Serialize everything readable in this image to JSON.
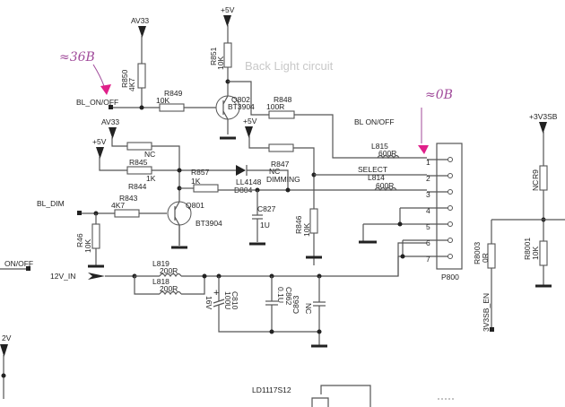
{
  "title": "Back Light circuit",
  "annotations": {
    "left_note": "≈36B",
    "right_note": "≈0B"
  },
  "nets": {
    "av33_top": "AV33",
    "av33_mid": "AV33",
    "v5_top": "+5V",
    "v5_mid": "+5V",
    "v5_left": "+5V",
    "v3v3sb": "+3V3SB",
    "v12": "2V",
    "bl_onoff_in": "BL_ON/OFF",
    "bl_onoff_out": "BL ON/OFF",
    "bl_dim": "BL_DIM",
    "select": "SELECT",
    "dimming": "DIMMING",
    "v12_in": "12V_IN",
    "on_off": "ON/OFF",
    "en3v3sb": "3V3SB_EN"
  },
  "components": {
    "R850": {
      "ref": "R850",
      "value": "4K7"
    },
    "R849": {
      "ref": "R849",
      "value": "10K"
    },
    "R851": {
      "ref": "R851",
      "value": "10K"
    },
    "Q802": {
      "ref": "Q802",
      "value": "BT3904"
    },
    "R848": {
      "ref": "R848",
      "value": "100R"
    },
    "Rnc": {
      "value": "NC"
    },
    "R845": {
      "ref": "R845",
      "value": "1K"
    },
    "R844": {
      "ref": "R844"
    },
    "R857": {
      "ref": "R857",
      "value": "1K"
    },
    "D804": {
      "ref": "D804",
      "value": "LL4148"
    },
    "R847": {
      "ref": "R847",
      "value": "NC"
    },
    "R843": {
      "ref": "R843",
      "value": "4K7"
    },
    "Q801": {
      "ref": "Q801",
      "value": "BT3904"
    },
    "C827": {
      "ref": "C827",
      "value": "1U"
    },
    "R846": {
      "ref": "R846",
      "value": "10K"
    },
    "R46": {
      "ref": "R46",
      "value": "10K"
    },
    "L815": {
      "ref": "L815",
      "value": "600R"
    },
    "L814": {
      "ref": "L814",
      "value": "600R"
    },
    "L819": {
      "ref": "L819",
      "value": "200R"
    },
    "L818": {
      "ref": "L818",
      "value": "200R"
    },
    "C810": {
      "ref": "C810",
      "value": "100U",
      "voltage": "16V"
    },
    "C862": {
      "ref": "C862",
      "value": "0.1U"
    },
    "C863": {
      "ref": "C863",
      "value": "NC"
    },
    "P800": {
      "ref": "P800",
      "pins": [
        "1",
        "2",
        "3",
        "4",
        "5",
        "6",
        "7"
      ]
    },
    "R9": {
      "ref": "R9",
      "value": "NC"
    },
    "R8003": {
      "ref": "R8003",
      "value": "0R"
    },
    "R8001": {
      "ref": "R8001",
      "value": "10K"
    },
    "U": {
      "ref": "LD1117S12"
    }
  }
}
